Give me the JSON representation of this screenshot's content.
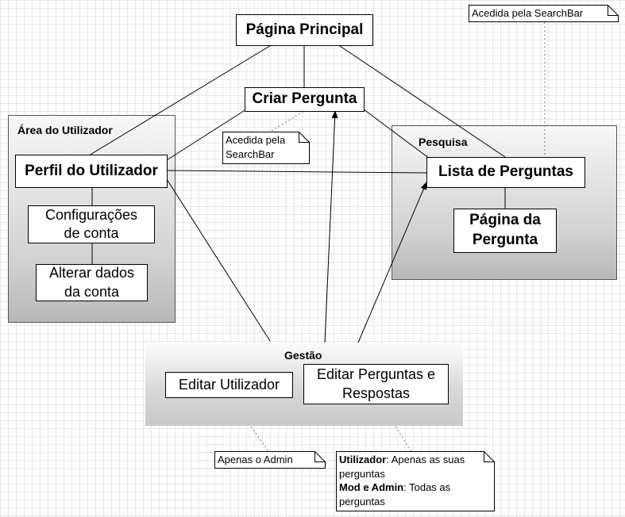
{
  "nodes": {
    "pagina_principal": "Página Principal",
    "criar_pergunta": "Criar Pergunta",
    "perfil_utilizador": "Perfil do Utilizador",
    "configuracoes_conta_l1": "Configurações",
    "configuracoes_conta_l2": "de conta",
    "alterar_dados_l1": "Alterar dados",
    "alterar_dados_l2": "da conta",
    "lista_perguntas": "Lista de Perguntas",
    "pagina_pergunta_l1": "Página da",
    "pagina_pergunta_l2": "Pergunta",
    "editar_utilizador": "Editar Utilizador",
    "editar_perguntas_l1": "Editar Perguntas e",
    "editar_perguntas_l2": "Respostas"
  },
  "containers": {
    "area_utilizador": "Área do Utilizador",
    "pesquisa": "Pesquisa",
    "gestao": "Gestão"
  },
  "notes": {
    "searchbar_top": "Acedida pela SearchBar",
    "searchbar_mid_l1": "Acedida pela",
    "searchbar_mid_l2": "SearchBar",
    "apenas_admin": "Apenas o Admin",
    "perm_utilizador_bold": "Utilizador",
    "perm_utilizador_rest": ": Apenas as suas",
    "perm_utilizador_rest2": "perguntas",
    "perm_mod_bold": "Mod e Admin",
    "perm_mod_rest": ": Todas as",
    "perm_mod_rest2": "perguntas"
  }
}
